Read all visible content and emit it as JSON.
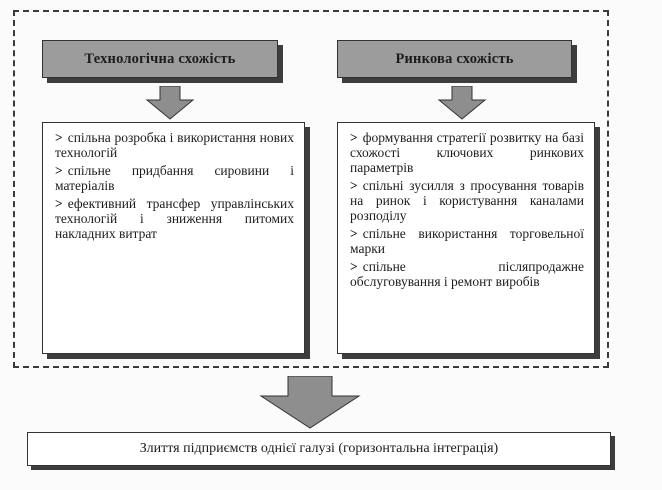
{
  "left": {
    "title": "Технологічна схожість",
    "items": [
      "спільна розробка і використання нових технологій",
      "спільне придбання сировини і матеріалів",
      "ефективний трансфер управлінських технологій і зниження питомих накладних витрат"
    ]
  },
  "right": {
    "title": "Ринкова схожість",
    "items": [
      "формування стратегії розвитку на базі схожості ключових ринкових параметрів",
      "спільні зусилля з просування товарів на ринок і користування каналами розподілу",
      "спільне використання торговельної марки",
      "спільне післяпродажне обслуговування і ремонт виробів"
    ]
  },
  "result": "Злиття підприємств однієї галузі (горизонтальна інтеграція)",
  "icons": {
    "bullet": "chevron-right-icon",
    "arrow": "arrow-down-icon"
  },
  "colors": {
    "header_fill": "#9c9c9c",
    "shadow": "#3d3d3d",
    "border": "#333333"
  }
}
